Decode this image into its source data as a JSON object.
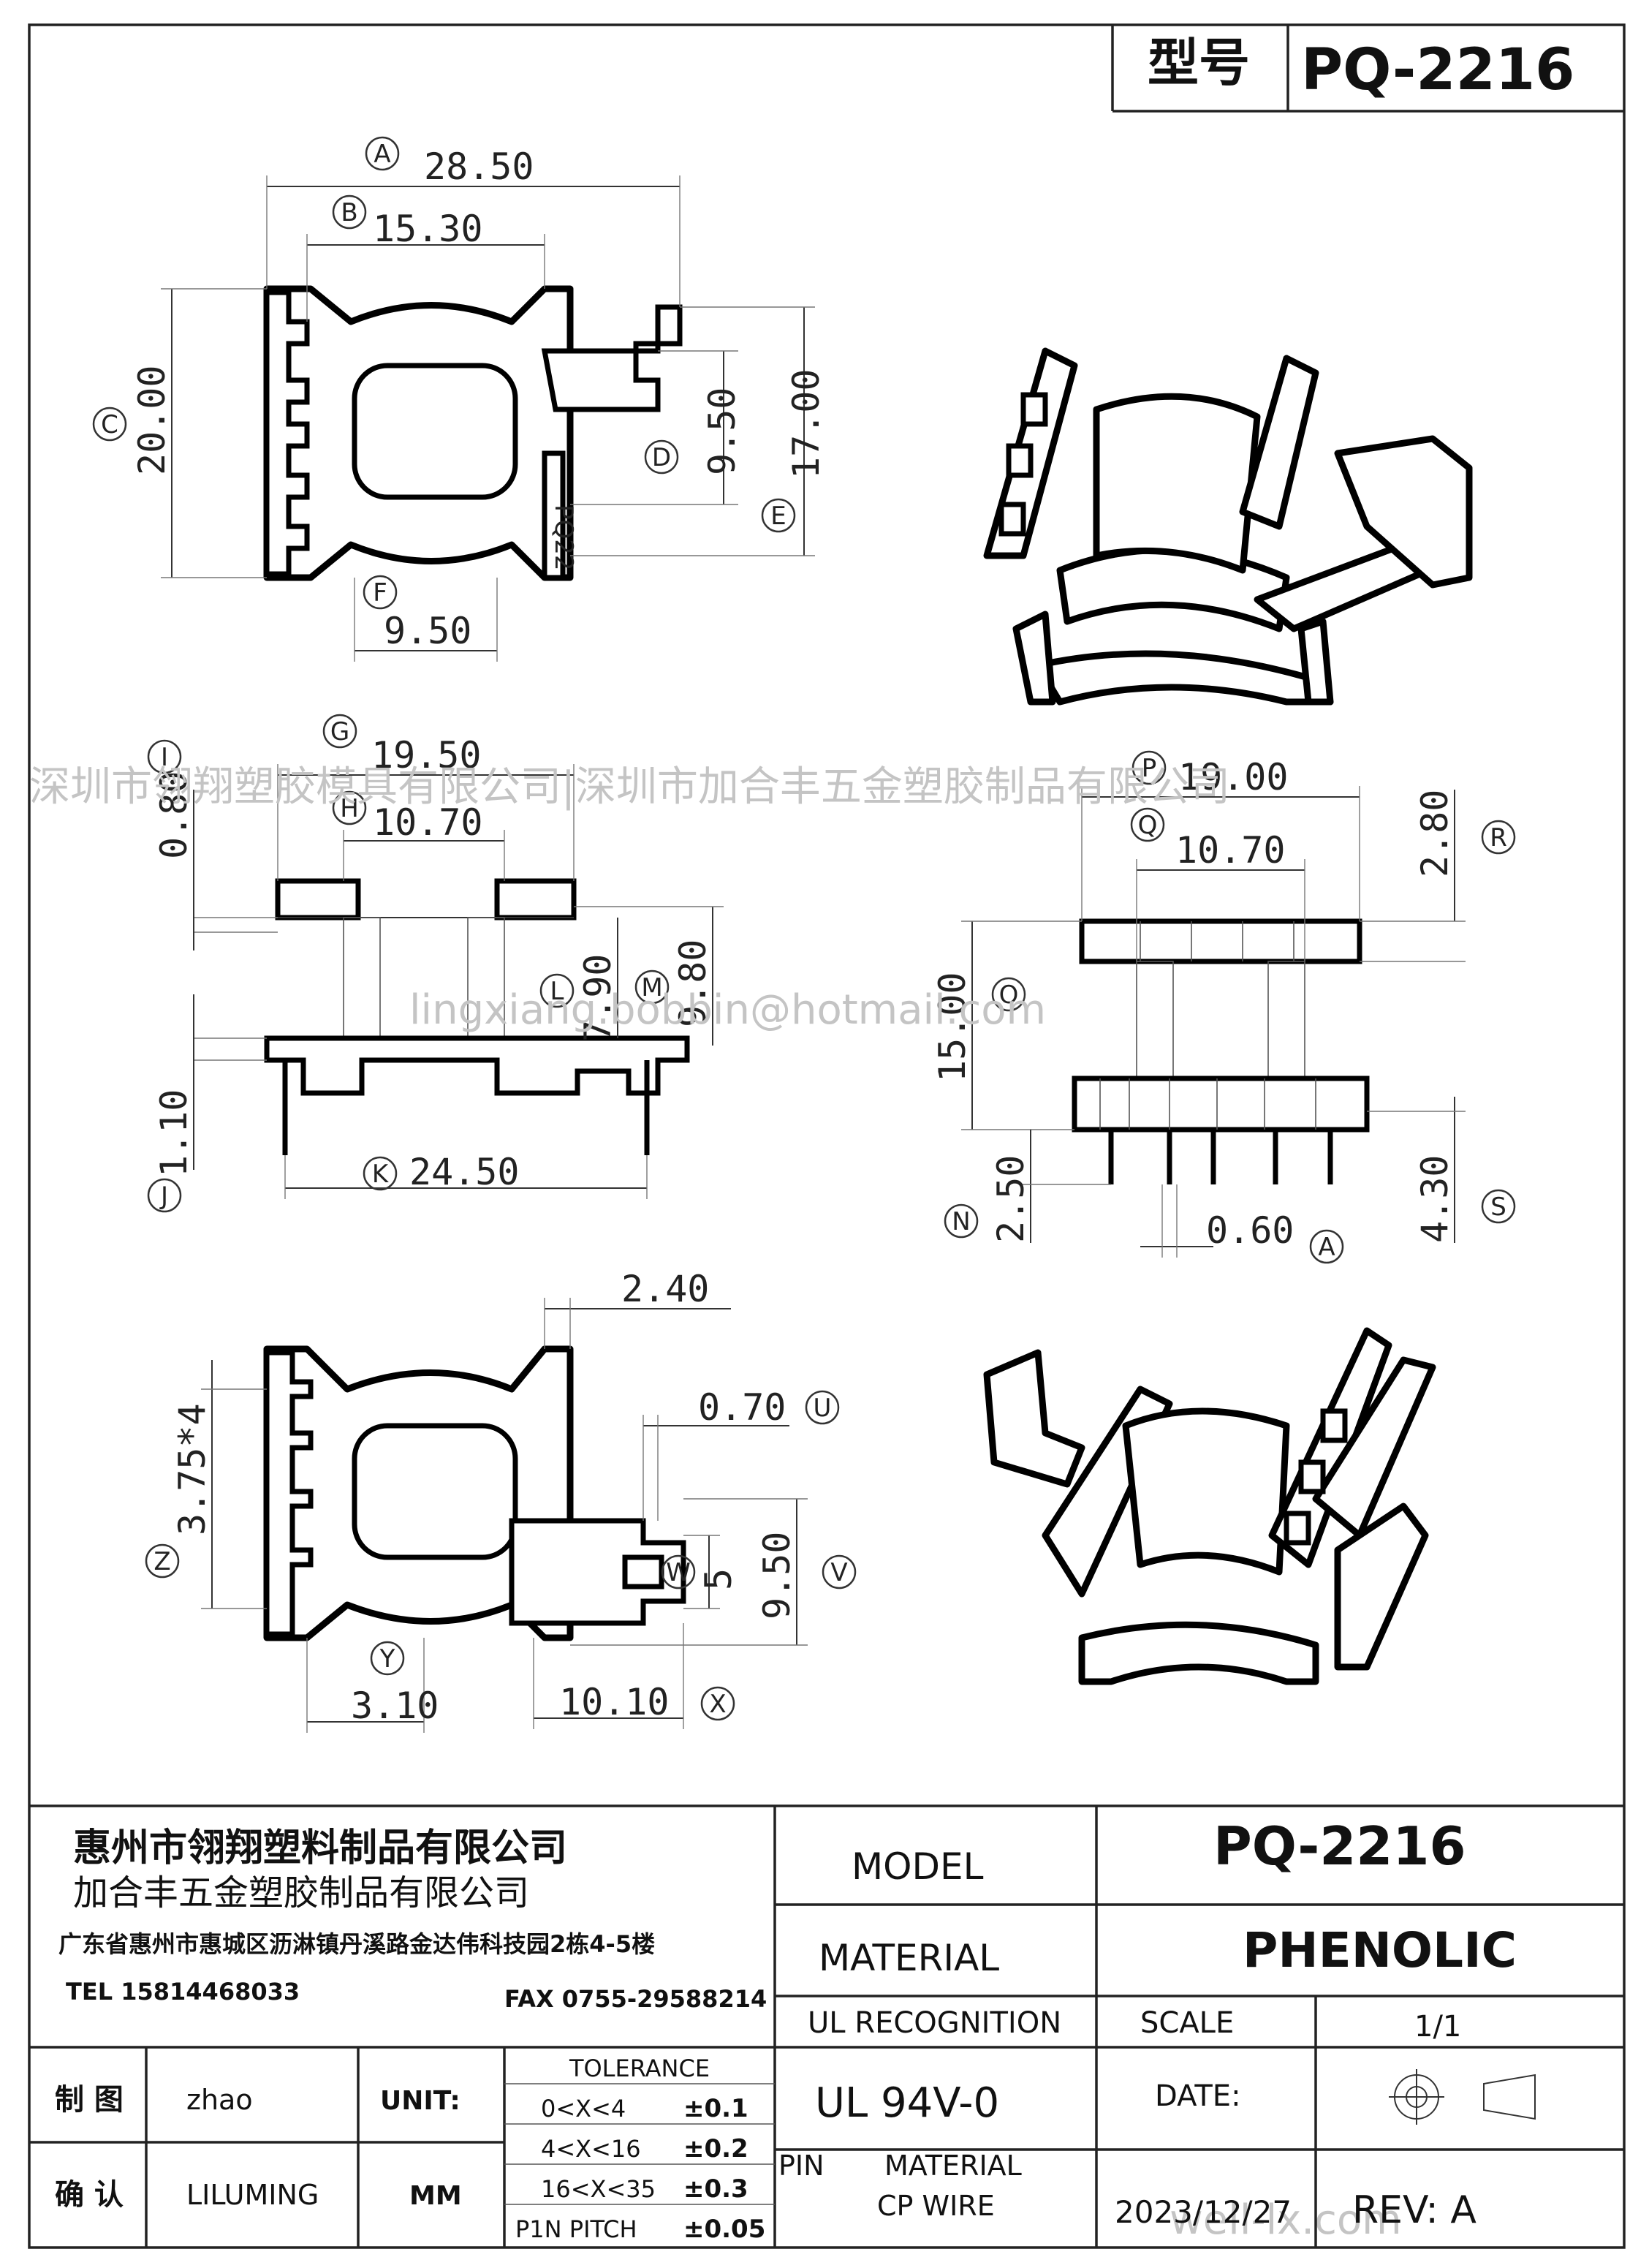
{
  "header": {
    "model_label": "型号",
    "model_value": "PQ-2216"
  },
  "watermarks": {
    "line1": "深圳市翎翔塑胶模具有限公司|深圳市加合丰五金塑胶制品有限公司",
    "line2": "lingxiang.bobbin@hotmail.com",
    "line3": "well-lx.com"
  },
  "top_view": {
    "dims": {
      "A": "28.50",
      "B": "15.30",
      "C": "20.00",
      "D": "9.50",
      "E": "17.00",
      "F": "9.50"
    },
    "engraving": "PQ22"
  },
  "side_view": {
    "dims": {
      "G": "19.50",
      "H": "10.70",
      "I": "0.80",
      "J": "1.10",
      "K": "24.50",
      "L": "7.90",
      "M": "9.80"
    }
  },
  "front_view": {
    "dims": {
      "P": "19.00",
      "Q": "10.70",
      "R": "2.80",
      "O": "15.00",
      "N": "2.50",
      "S": "4.30",
      "A2": "0.60"
    }
  },
  "bottom_view": {
    "dims": {
      "T": "2.40",
      "U": "0.70",
      "Z": "3.75*4",
      "W": "5",
      "V": "9.50",
      "Y": "3.10",
      "X": "10.10"
    }
  },
  "labels": {
    "A": "A",
    "B": "B",
    "C": "C",
    "D": "D",
    "E": "E",
    "F": "F",
    "G": "G",
    "H": "H",
    "I": "I",
    "J": "J",
    "K": "K",
    "L": "L",
    "M": "M",
    "N": "N",
    "O": "O",
    "P": "P",
    "Q": "Q",
    "R": "R",
    "S": "S",
    "U": "U",
    "V": "V",
    "W": "W",
    "X": "X",
    "Y": "Y",
    "Z": "Z"
  },
  "title_block": {
    "company1": "惠州市翎翔塑料制品有限公司",
    "company2": "加合丰五金塑胶制品有限公司",
    "address": "广东省惠州市惠城区沥淋镇丹溪路金达伟科技园2栋4-5楼",
    "tel": "TEL 15814468033",
    "fax": "FAX 0755-29588214",
    "model_label": "MODEL",
    "model_value": "PQ-2216",
    "material_label": "MATERIAL",
    "material_value": "PHENOLIC",
    "ul_label": "UL RECOGNITION",
    "ul_value": "UL 94V-0",
    "scale_label": "SCALE",
    "scale_value": "1/1",
    "date_label": "DATE:",
    "date_value": "2023/12/27",
    "rev_label": "REV: A",
    "drawn_label": "制 图",
    "drawn_value": "zhao",
    "checked_label": "确 认",
    "checked_value": "LILUMING",
    "unit_label": "UNIT:",
    "unit_value": "MM",
    "tolerance_title": "TOLERANCE",
    "tolerance": [
      {
        "range": "0<X<4",
        "value": "±0.1"
      },
      {
        "range": "4<X<16",
        "value": "±0.2"
      },
      {
        "range": "16<X<35",
        "value": "±0.3"
      },
      {
        "range": "P1N PITCH",
        "value": "±0.05"
      }
    ],
    "pin_label": "PIN",
    "pin_material_label": "MATERIAL",
    "pin_material_value": "CP  WIRE"
  }
}
